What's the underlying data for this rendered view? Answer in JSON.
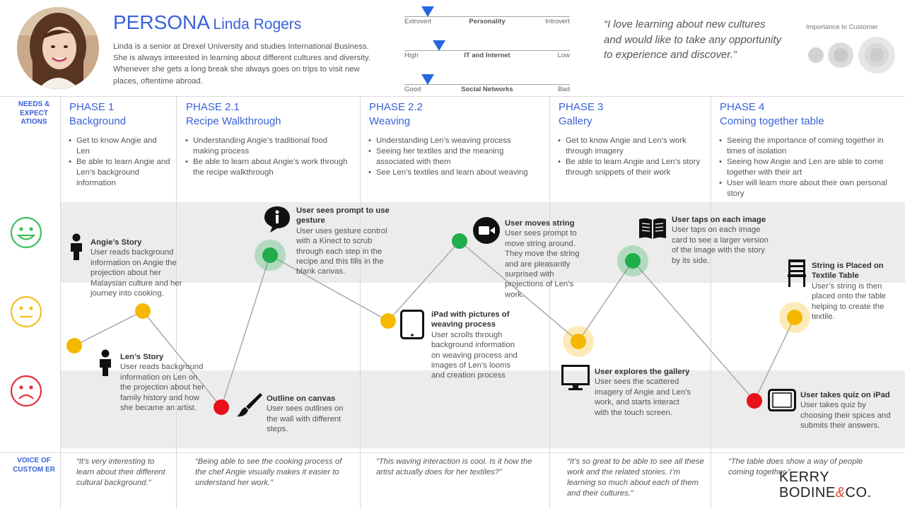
{
  "persona": {
    "label": "PERSONA",
    "name": "Linda Rogers",
    "description": "Linda is a senior at Drexel University and studies International Business. She is always interested in learning about different cultures and diversity. Whenever she gets a long break she always goes on trips to visit new places, oftentime abroad.",
    "quote": "“I love learning about new cultures and would like to take any opportunity to experience and discover.”",
    "importance_label": "Importance to Customer"
  },
  "sliders": [
    {
      "left": "Extrovert",
      "center": "Personality",
      "right": "Introvert",
      "value": 0.14
    },
    {
      "left": "High",
      "center": "IT and Internet",
      "right": "Low",
      "value": 0.21
    },
    {
      "left": "Good",
      "center": "Social Networks",
      "right": "Bad",
      "value": 0.14
    }
  ],
  "labels": {
    "needs": "NEEDS & EXPECT ATIONS",
    "voice": "VOICE OF CUSTOM ER"
  },
  "phases": [
    {
      "number": "PHASE 1",
      "name": "Background",
      "needs": [
        "Get to know Angie and Len",
        "Be able to learn Angie and Len’s background information"
      ]
    },
    {
      "number": "PHASE 2.1",
      "name": "Recipe Walkthrough",
      "needs": [
        "Understanding Angie’s traditional food making process",
        "Be able to learn about Angie’s work through the recipe walkthrough"
      ]
    },
    {
      "number": "PHASE 2.2",
      "name": "Weaving",
      "needs": [
        "Understanding Len’s weaving process",
        "Seeing her textiles and the meaning associated with them",
        "See Len’s textiles and learn about weaving"
      ]
    },
    {
      "number": "PHASE 3",
      "name": "Gallery",
      "needs": [
        "Get to know Angie and Len’s work through imagery",
        "Be able to learn Angie and Len’s story through snippets of their work"
      ]
    },
    {
      "number": "PHASE 4",
      "name": "Coming together table",
      "needs": [
        "Seeing the importance of coming together in times of isolation",
        "Seeing how Angie and Len are able to come together with their art",
        "User will learn more about their own personal story"
      ]
    }
  ],
  "emotions": [
    {
      "level": "positive",
      "icon": "happy-face-icon",
      "color": "#3cbf5a"
    },
    {
      "level": "neutral",
      "icon": "neutral-face-icon",
      "color": "#f2c01e"
    },
    {
      "level": "negative",
      "icon": "sad-face-icon",
      "color": "#e0303a"
    }
  ],
  "journey": {
    "colors": {
      "positive": "#1fae4b",
      "neutral": "#f5b800",
      "negative": "#e8101a",
      "line": "#aaaaaa"
    },
    "points": [
      {
        "emotion": "neutral",
        "highlight": false
      },
      {
        "emotion": "neutral",
        "highlight": false
      },
      {
        "emotion": "negative",
        "highlight": false
      },
      {
        "emotion": "positive",
        "highlight": true
      },
      {
        "emotion": "neutral",
        "highlight": false
      },
      {
        "emotion": "positive",
        "highlight": false
      },
      {
        "emotion": "neutral",
        "highlight": true
      },
      {
        "emotion": "positive",
        "highlight": true
      },
      {
        "emotion": "negative",
        "highlight": false
      },
      {
        "emotion": "neutral",
        "highlight": true
      }
    ]
  },
  "steps": [
    {
      "icon": "person-icon",
      "title": "Angie’s Story",
      "text": "User reads background information on Angie the projection about her Malaysian culture and her journey into cooking."
    },
    {
      "icon": "person-icon",
      "title": "Len’s Story",
      "text": "User reads background information on Len on the projection about her family history and how she became an artist."
    },
    {
      "icon": "info-icon",
      "title": "User sees prompt to use gesture",
      "text": "User uses gesture control with a Kinect to scrub through each step in the recipe and this fills in the blank canvas."
    },
    {
      "icon": "paintbrush-icon",
      "title": "Outline on canvas",
      "text": "User sees outlines on the wall with different steps."
    },
    {
      "icon": "tablet-icon",
      "title": "iPad with pictures of weaving process",
      "text": "User scrolls through background information on weaving process and images of Len’s looms and creation process"
    },
    {
      "icon": "video-camera-icon",
      "title": "User moves string",
      "text": "User sees prompt to move string around. They move the string and are pleasantly surprised with projections of Len’s work."
    },
    {
      "icon": "monitor-icon",
      "title": "User explores the gallery",
      "text": "User sees the scattered imagery of Angie and Len’s work, and starts interact with the touch screen."
    },
    {
      "icon": "book-icon",
      "title": "User taps on each image",
      "text": "User taps on each image card to see a larger version of the image with the story by its side."
    },
    {
      "icon": "chair-icon",
      "title": "String is Placed on Textile Table",
      "text": "User’s string is then placed onto the table helping to create the textile."
    },
    {
      "icon": "ipad-icon",
      "title": "User takes quiz on iPad",
      "text": "User takes quiz by choosing their spices and submits their answers."
    }
  ],
  "voices": [
    "“It’s very interesting to learn about their different cultural background.”",
    "“Being able to see the cooking process of the chef Angie visually makes it easier to understand her work.”",
    "“This waving interaction is cool. Is it how the artist actually does for her textiles?”",
    "“It’s so great to be able to see all these work and the related stories. I’m learning so much about each of them and their cultures.”",
    "“The table does show a way of people coming together.”"
  ],
  "logo": {
    "line1": "KERRY",
    "line2": "BODINE",
    "amp": "&",
    "line3": "CO."
  }
}
